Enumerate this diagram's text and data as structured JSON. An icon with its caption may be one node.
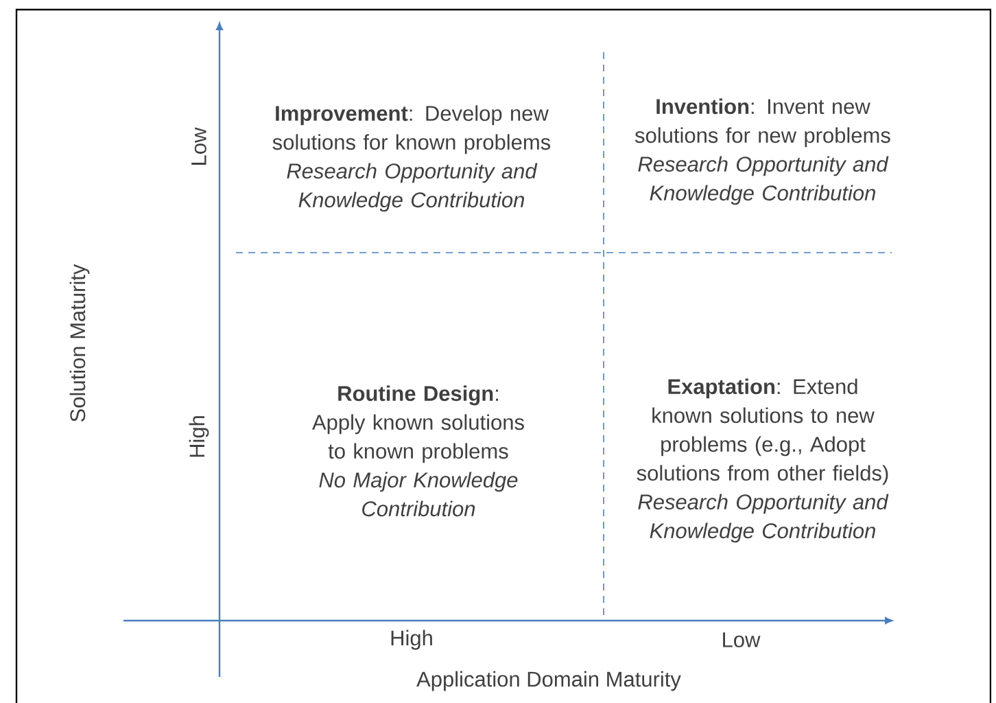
{
  "diagram": {
    "labels": [
      "Low",
      "**Improvement**: Develop new solutions for known problems",
      "Research Opportunity and Knowledge Contribution",
      "**Invention**: Invent new solutions for new problems",
      "Research Opportunity and Knowledge Contribution",
      "Solution Maturity",
      "High",
      "**Routine Design**: Apply known solutions to known problems",
      "No Major Knowledge Contribution",
      "**Exaptation**: Extend known solutions to new problems (e.g., Adopt solutions from other fields)",
      "Research Opportunity and Knowledge Contribution",
      "High",
      "Low",
      "Application Domain Maturity"
    ]
  }
}
